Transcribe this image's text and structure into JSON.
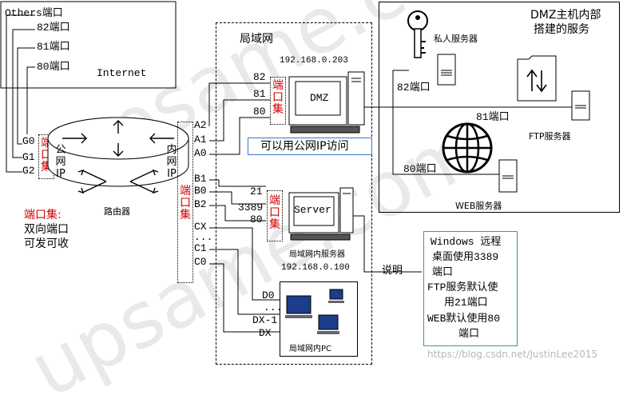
{
  "internet": {
    "others_port": "Others端口",
    "port_82": "82端口",
    "port_81": "81端口",
    "port_80": "80端口",
    "label": "Internet"
  },
  "router": {
    "ports_g": [
      "G0",
      "G1",
      "G2"
    ],
    "port_set_left": "端口集",
    "public_ip": "公网IP",
    "internal_ip": "内网IP",
    "port_set_right": "端口集",
    "label": "路由器"
  },
  "port_set_note": {
    "title": "端口集:",
    "line1": "双向端口",
    "line2": "可发可收"
  },
  "router_ports": {
    "a": [
      "A2",
      "A1",
      "A0"
    ],
    "b": [
      "B1",
      "B0",
      "B2"
    ],
    "cx": "CX",
    "dots": "...",
    "c": [
      "C1",
      "C0"
    ]
  },
  "lan": {
    "title": "局域网",
    "dmz_ip": "192.168.0.203",
    "dmz_ports": [
      "82",
      "81",
      "80"
    ],
    "dmz_port_set": "端口集",
    "dmz_label": "DMZ",
    "public_access": "可以用公网IP访问",
    "server_ports": [
      "21",
      "3389",
      "80"
    ],
    "server_port_set": "端口集",
    "server_label": "Server",
    "server_caption": "局域网内服务器",
    "server_ip": "192.168.0.100",
    "pc_ports": [
      "D0",
      "...",
      "DX-1",
      "DX"
    ],
    "pc_caption": "局域网内PC"
  },
  "dmz_panel": {
    "title_line1": "DMZ主机内部",
    "title_line2": "搭建的服务",
    "private_server": "私人服务器",
    "port_82": "82端口",
    "port_81": "81端口",
    "ftp_server": "FTP服务器",
    "port_80": "80端口",
    "web_server": "WEB服务器"
  },
  "explain": {
    "label": "说明",
    "lines": [
      "Windows 远程",
      "桌面使用3389",
      "端口",
      "FTP服务默认使",
      "用21端口",
      "WEB默认使用80",
      "端口"
    ]
  },
  "watermark": {
    "brand": "upsame.com",
    "credit": "https://blog.csdn.net/JustinLee2015"
  },
  "colors": {
    "red_label": "#d00000",
    "blue_box": "#3a78c8",
    "green_box": "#3aa84a"
  }
}
